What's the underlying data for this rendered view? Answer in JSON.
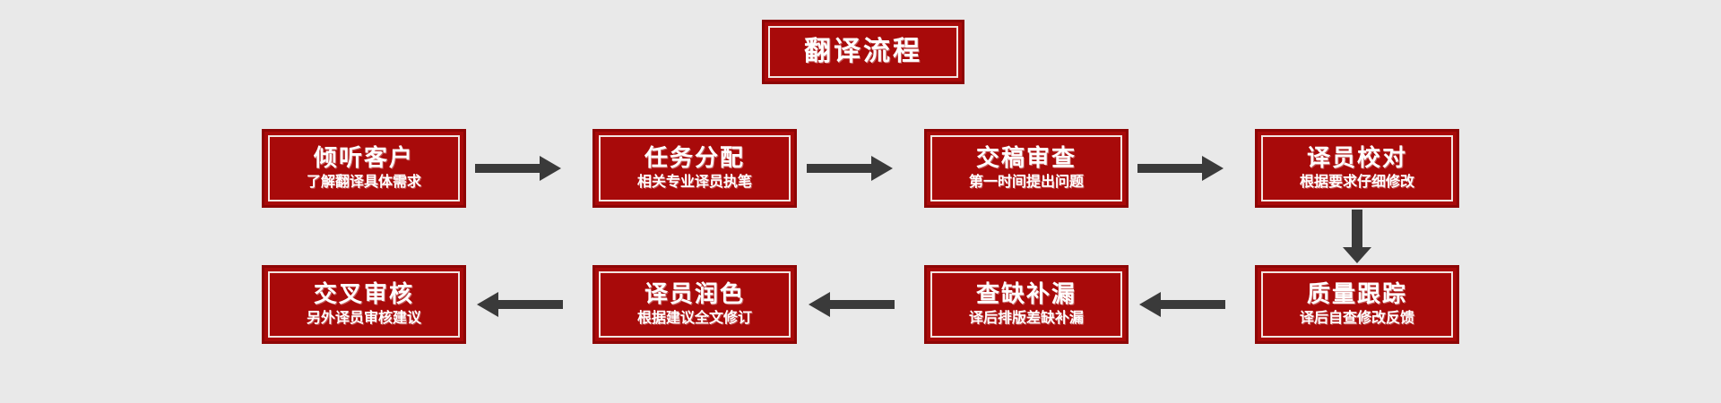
{
  "diagram": {
    "title": "翻译流程",
    "background_color": "#e9e9e9",
    "box_fill_color": "#a80a0a",
    "box_border_color": "#8e0505",
    "box_inner_line_color": "#f2e4e0",
    "text_color": "#ffffff",
    "arrow_color": "#3a3a3a",
    "steps": [
      {
        "index": 1,
        "title": "倾听客户",
        "subtitle": "了解翻译具体需求"
      },
      {
        "index": 2,
        "title": "任务分配",
        "subtitle": "相关专业译员执笔"
      },
      {
        "index": 3,
        "title": "交稿审查",
        "subtitle": "第一时间提出问题"
      },
      {
        "index": 4,
        "title": "译员校对",
        "subtitle": "根据要求仔细修改"
      },
      {
        "index": 5,
        "title": "质量跟踪",
        "subtitle": "译后自查修改反馈"
      },
      {
        "index": 6,
        "title": "查缺补漏",
        "subtitle": "译后排版差缺补漏"
      },
      {
        "index": 7,
        "title": "译员润色",
        "subtitle": "根据建议全文修订"
      },
      {
        "index": 8,
        "title": "交叉审核",
        "subtitle": "另外译员审核建议"
      }
    ],
    "connectors": [
      {
        "id": 1,
        "from": 1,
        "to": 2,
        "direction": "right"
      },
      {
        "id": 2,
        "from": 2,
        "to": 3,
        "direction": "right"
      },
      {
        "id": 3,
        "from": 3,
        "to": 4,
        "direction": "right"
      },
      {
        "id": 4,
        "from": 4,
        "to": 5,
        "direction": "down"
      },
      {
        "id": 5,
        "from": 5,
        "to": 6,
        "direction": "left"
      },
      {
        "id": 6,
        "from": 6,
        "to": 7,
        "direction": "left"
      },
      {
        "id": 7,
        "from": 7,
        "to": 8,
        "direction": "left"
      }
    ]
  }
}
